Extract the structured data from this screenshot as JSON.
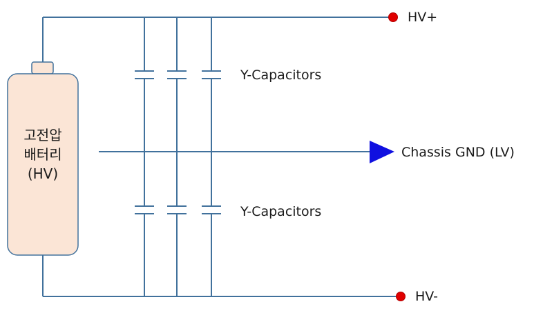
{
  "colors": {
    "wire": "#41719c",
    "battery_fill": "#fbe5d6",
    "battery_stroke": "#41719c",
    "terminal_fill": "#e00000",
    "gnd_arrow_fill": "#1010e0"
  },
  "battery": {
    "line1": "고전압",
    "line2": "배터리",
    "line3": "(HV)"
  },
  "terminals": {
    "hv_plus": "HV+",
    "hv_minus": "HV-"
  },
  "ground": {
    "label": "Chassis GND (LV)",
    "icon": "arrow-right-triangle-icon"
  },
  "capacitor_groups": [
    {
      "label": "Y-Capacitors",
      "count": 3
    },
    {
      "label": "Y-Capacitors",
      "count": 3
    }
  ]
}
